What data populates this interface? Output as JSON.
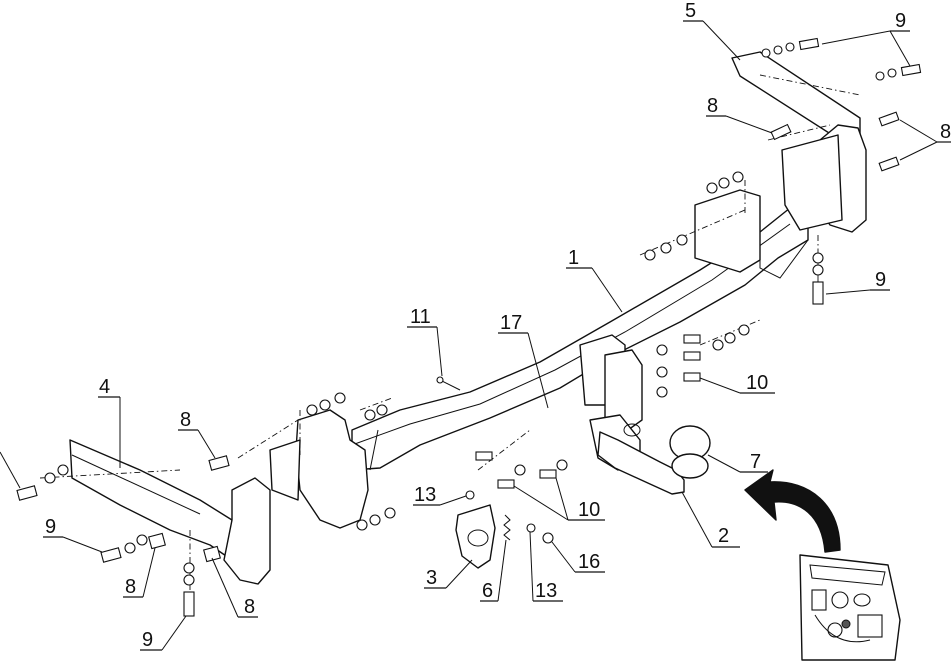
{
  "labels": {
    "p1": "1",
    "p2": "2",
    "p3": "3",
    "p4": "4",
    "p5": "5",
    "p6": "6",
    "p7": "7",
    "p8a": "8",
    "p8b": "8",
    "p8c": "8",
    "p8d": "8",
    "p8e": "8",
    "p9a": "9",
    "p9b": "9",
    "p9c": "9",
    "p9d": "9",
    "p10a": "10",
    "p10b": "10",
    "p11": "11",
    "p13a": "13",
    "p13b": "13",
    "p16": "16",
    "p17": "17"
  }
}
